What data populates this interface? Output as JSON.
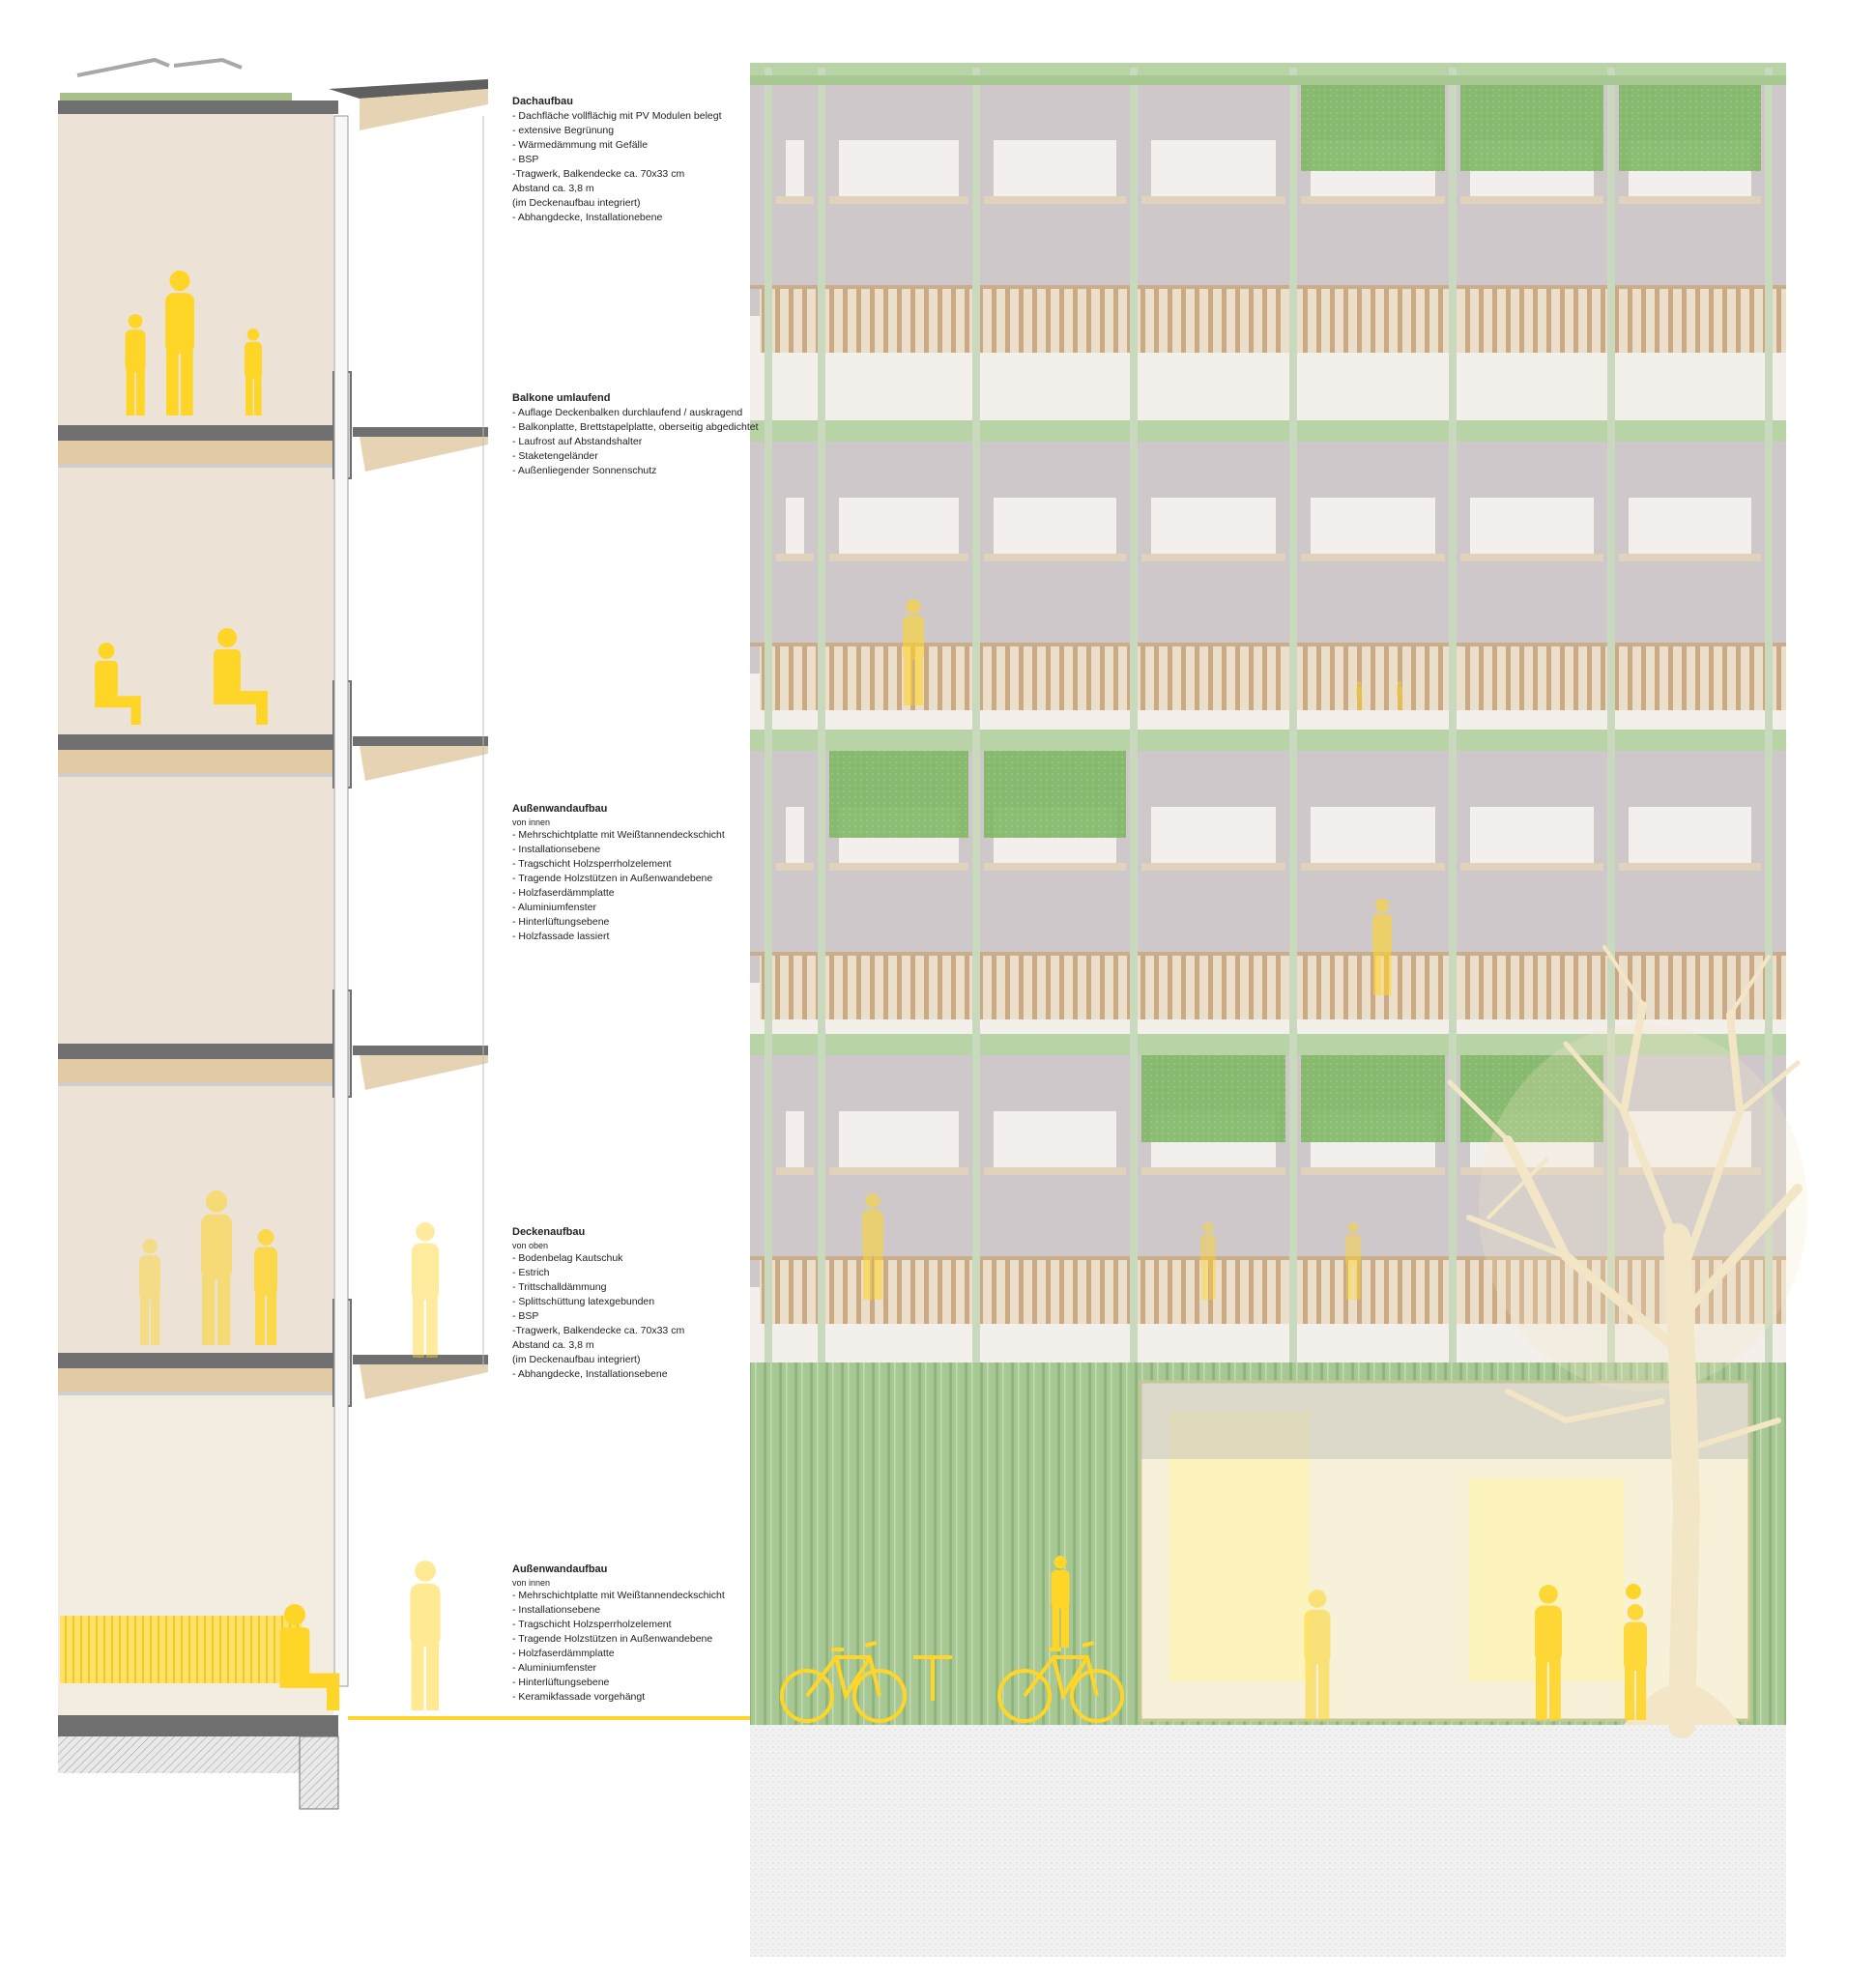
{
  "colors": {
    "figure": "#ffd528",
    "facade_green": "#b8d3a6",
    "wood": "#d9c3a3",
    "screen_green": "#7cb561",
    "glass": "#bdb8bd",
    "interior": "#ece2d6",
    "slab": "#6f6f6f"
  },
  "annotations": [
    {
      "title": "Dachaufbau",
      "subtitle": "",
      "items": [
        "- Dachfläche vollflächig mit PV Modulen belegt",
        "- extensive Begrünung",
        "- Wärmedämmung mit Gefälle",
        "- BSP",
        "-Tragwerk, Balkendecke ca. 70x33 cm",
        "Abstand ca. 3,8 m",
        "(im Deckenaufbau integriert)",
        "- Abhangdecke, Installationebene"
      ]
    },
    {
      "title": "Balkone umlaufend",
      "subtitle": "",
      "items": [
        "- Auflage Deckenbalken durchlaufend / auskragend",
        "- Balkonplatte, Brettstapelplatte, oberseitig abgedichtet",
        "- Laufrost auf Abstandshalter",
        "- Staketengeländer",
        "- Außenliegender Sonnenschutz"
      ]
    },
    {
      "title": "Außenwandaufbau",
      "subtitle": "von innen",
      "items": [
        "- Mehrschichtplatte mit Weißtannendeckschicht",
        "- Installationsebene",
        "- Tragschicht Holzsperrholzelement",
        "- Tragende Holzstützen in Außenwandebene",
        "- Holzfaserdämmplatte",
        "- Aluminiumfenster",
        "- Hinterlüftungsebene",
        "- Holzfassade lassiert"
      ]
    },
    {
      "title": "Deckenaufbau",
      "subtitle": "von oben",
      "items": [
        "- Bodenbelag Kautschuk",
        "- Estrich",
        "- Trittschalldämmung",
        "- Splittschüttung latexgebunden",
        "- BSP",
        "-Tragwerk, Balkendecke ca. 70x33 cm",
        "Abstand ca. 3,8 m",
        "(im Deckenaufbau integriert)",
        "- Abhangdecke, Installationsebene"
      ]
    },
    {
      "title": "Außenwandaufbau",
      "subtitle": "von innen",
      "items": [
        "- Mehrschichtplatte mit Weißtannendeckschicht",
        "- Installationsebene",
        "- Tragschicht Holzsperrholzelement",
        "- Tragende Holzstützen in Außenwandebene",
        "- Holzfaserdämmplatte",
        "- Aluminiumfenster",
        "- Hinterlüftungsebene",
        "- Keramikfassade vorgehängt"
      ]
    }
  ]
}
